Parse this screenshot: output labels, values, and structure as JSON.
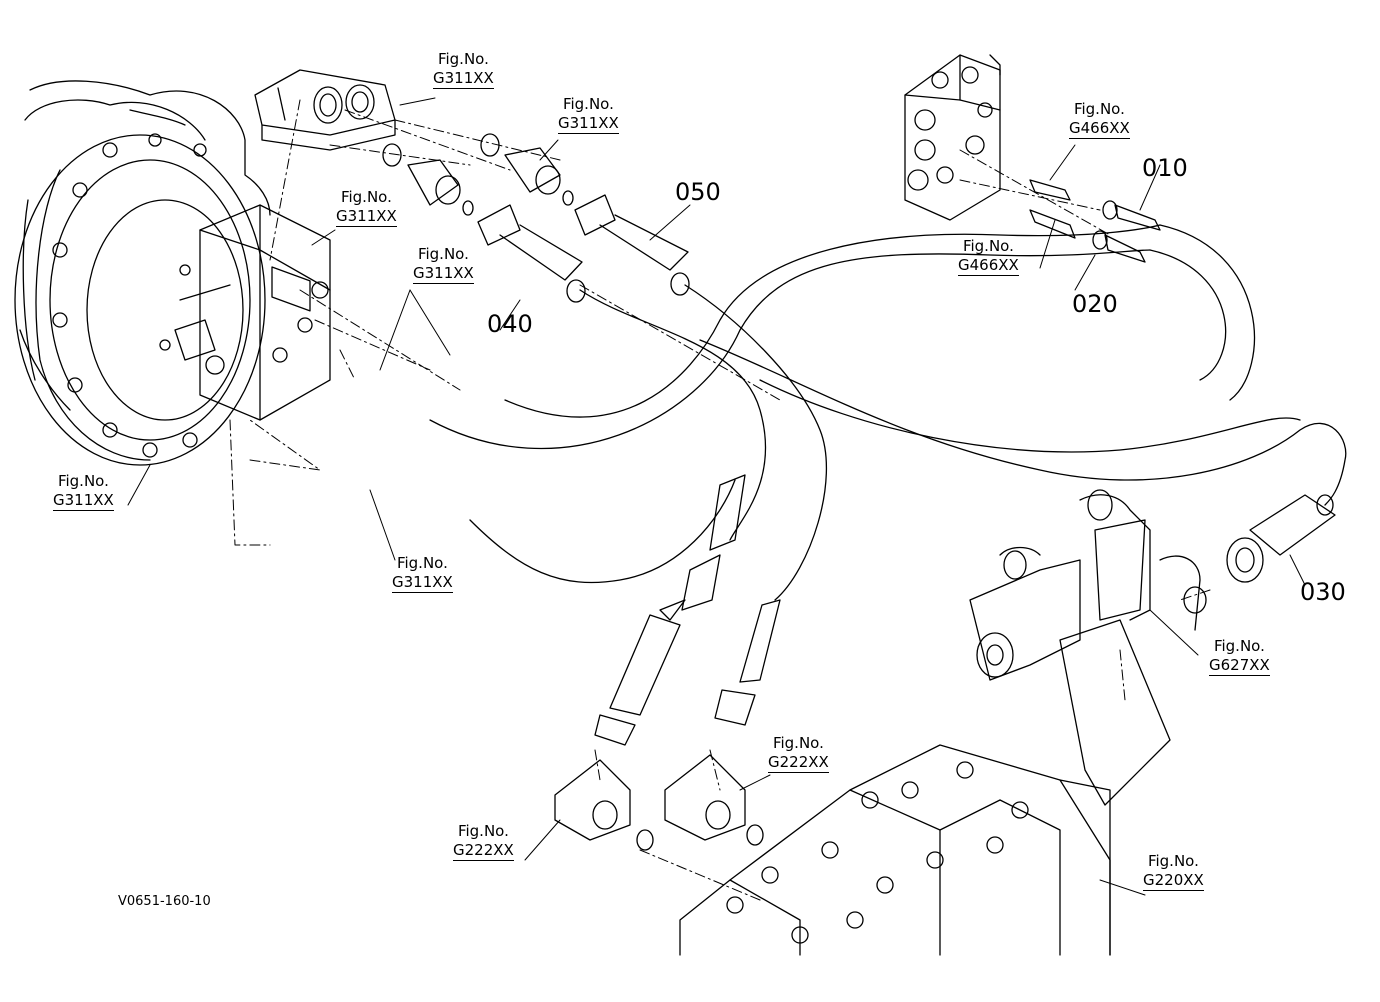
{
  "fig_refs": [
    {
      "fig": "Fig.No.",
      "code": "G311XX"
    },
    {
      "fig": "Fig.No.",
      "code": "G311XX"
    },
    {
      "fig": "Fig.No.",
      "code": "G311XX"
    },
    {
      "fig": "Fig.No.",
      "code": "G311XX"
    },
    {
      "fig": "Fig.No.",
      "code": "G311XX"
    },
    {
      "fig": "Fig.No.",
      "code": "G311XX"
    },
    {
      "fig": "Fig.No.",
      "code": "G466XX"
    },
    {
      "fig": "Fig.No.",
      "code": "G466XX"
    },
    {
      "fig": "Fig.No.",
      "code": "G627XX"
    },
    {
      "fig": "Fig.No.",
      "code": "G222XX"
    },
    {
      "fig": "Fig.No.",
      "code": "G222XX"
    },
    {
      "fig": "Fig.No.",
      "code": "G220XX"
    }
  ],
  "part_numbers": [
    "010",
    "020",
    "030",
    "040",
    "050"
  ],
  "drawing_code": "V0651-160-10"
}
